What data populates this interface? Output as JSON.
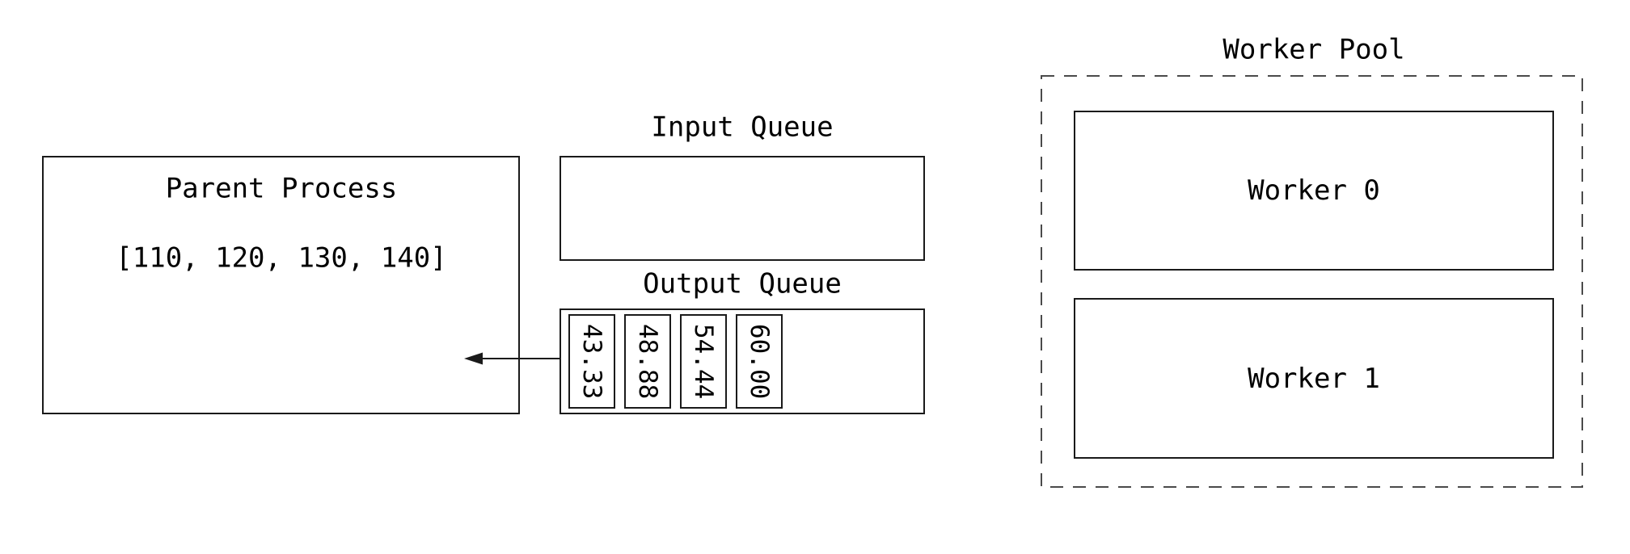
{
  "colors": {
    "line": "#1a1a1a",
    "dashed": "#4a4a4a",
    "text": "#000000",
    "background": "#ffffff"
  },
  "parent_process": {
    "title": "Parent Process",
    "values_text": "[110, 120, 130, 140]"
  },
  "input_queue": {
    "label": "Input Queue"
  },
  "output_queue": {
    "label": "Output Queue",
    "items": [
      "43.33",
      "48.88",
      "54.44",
      "60.00"
    ]
  },
  "worker_pool": {
    "label": "Worker Pool",
    "workers": [
      {
        "label": "Worker 0"
      },
      {
        "label": "Worker 1"
      }
    ]
  }
}
